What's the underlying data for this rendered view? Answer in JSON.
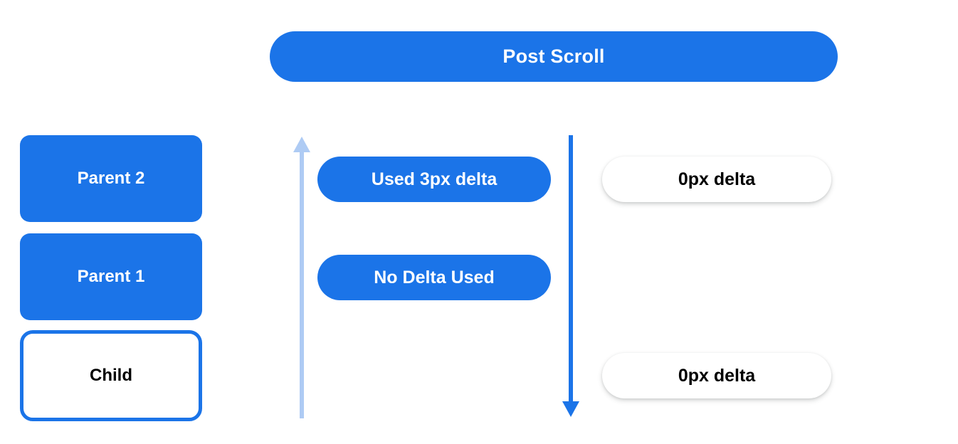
{
  "diagram": {
    "title": "Post Scroll",
    "colors": {
      "brand_blue": "#1b74e8",
      "light_blue": "#aecbf4",
      "text_on_blue": "#ffffff",
      "text_on_white": "#000000",
      "background": "#ffffff"
    }
  },
  "header": {
    "label": "Post Scroll"
  },
  "scroll_stack": {
    "items": [
      {
        "label": "Parent 2",
        "style": "filled"
      },
      {
        "label": "Parent 1",
        "style": "filled"
      },
      {
        "label": "Child",
        "style": "outlined"
      }
    ]
  },
  "arrows": {
    "up": {
      "name": "upward-arrow",
      "direction": "up",
      "color": "#aecbf4"
    },
    "down": {
      "name": "downward-arrow",
      "direction": "down",
      "color": "#1b74e8"
    }
  },
  "delta_column": {
    "items": [
      {
        "label": "Used 3px delta"
      },
      {
        "label": "No Delta Used"
      }
    ]
  },
  "result_column": {
    "items": [
      {
        "label": "0px delta"
      },
      {
        "label": "0px delta"
      }
    ]
  }
}
